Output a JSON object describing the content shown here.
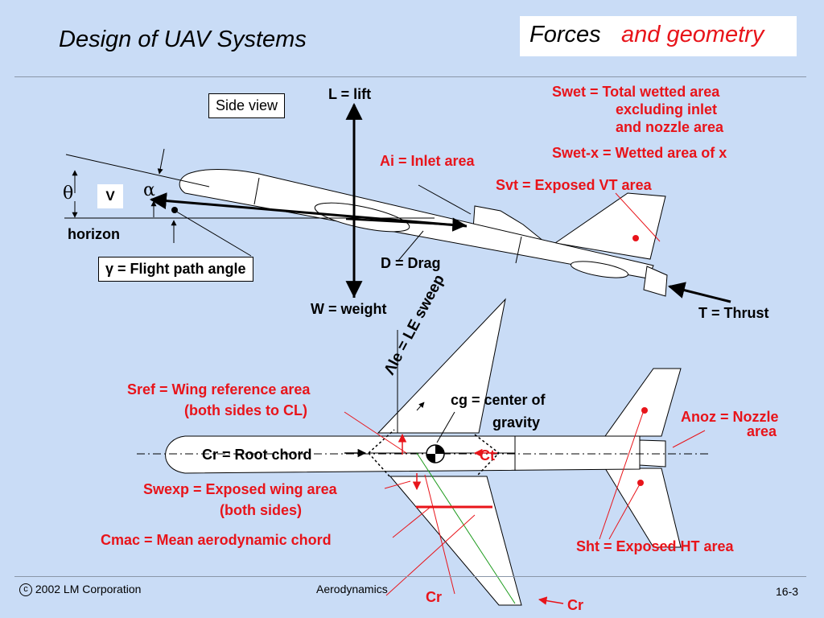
{
  "header": {
    "title": "Design of UAV Systems",
    "subtitle_black": "Forces",
    "subtitle_red": "and geometry"
  },
  "side_view": {
    "view_label": "Side view",
    "lift": "L = lift",
    "weight": "W = weight",
    "drag": "D = Drag",
    "thrust": "T = Thrust",
    "horizon": "horizon",
    "velocity": "V",
    "theta": "θ",
    "alpha": "α",
    "gamma_symbol": "γ",
    "flight_path": "= Flight path angle"
  },
  "definitions": {
    "swet_line1": "Swet = Total wetted area",
    "swet_line2": "excluding inlet",
    "swet_line3": "and nozzle area",
    "swetx": "Swet-x = Wetted area of x",
    "ai": "Ai = Inlet area",
    "svt": "Svt = Exposed VT area"
  },
  "plan_view": {
    "sweep_symbol": "Λ",
    "sweep_text": "le = LE sweep",
    "sref_line1": "Sref = Wing reference area",
    "sref_line2": "(both sides to CL)",
    "cg_line1": "cg = center of",
    "cg_line2": "gravity",
    "cr_root": "Cr = Root chord",
    "ct": "Ct",
    "swexp_line1": "Swexp = Exposed wing area",
    "swexp_line2": "(both sides)",
    "cmac": "Cmac = Mean aerodynamic chord",
    "anoz_line1": "Anoz = Nozzle",
    "anoz_line2": "area",
    "sht": "Sht = Exposed HT area",
    "cr_bottom1": "Cr",
    "cr_bottom2": "Cr"
  },
  "footer": {
    "copyright_symbol": "c",
    "copyright": "2002 LM Corporation",
    "topic": "Aerodynamics",
    "page": "16-3"
  }
}
